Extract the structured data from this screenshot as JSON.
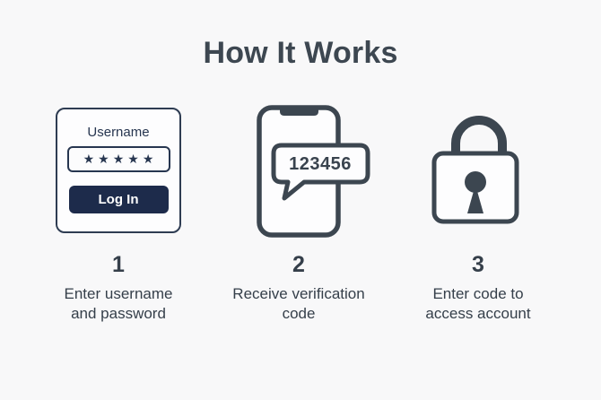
{
  "title": "How It Works",
  "colors": {
    "background": "#f8f8f9",
    "ink": "#3d4751",
    "icon_stroke": "#3c4650",
    "card_border": "#2e3c52",
    "navy_button": "#1d2b4b",
    "button_text": "#ffffff",
    "illustration_fill": "#fdfdfe"
  },
  "login_card": {
    "username_label": "Username",
    "password_value": "★★★★★",
    "login_button_label": "Log In"
  },
  "phone": {
    "sms_code": "123456"
  },
  "icons": {
    "phone": "smartphone-icon",
    "bubble": "sms-bubble-icon",
    "lock": "padlock-icon"
  },
  "steps": [
    {
      "number": "1",
      "line1": "Enter username",
      "line2": "and password"
    },
    {
      "number": "2",
      "line1": "Receive verification",
      "line2": "code"
    },
    {
      "number": "3",
      "line1": "Enter code to",
      "line2": "access account"
    }
  ]
}
